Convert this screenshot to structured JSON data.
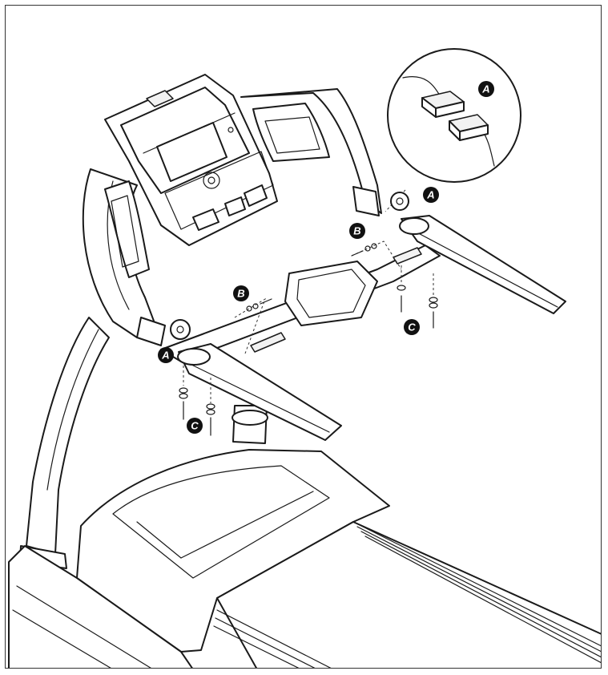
{
  "callouts": {
    "inset": "A",
    "right_wire": "A",
    "left_wire": "A",
    "right_bolts": "B",
    "left_bolts": "B",
    "right_screws": "C",
    "left_screws": "C"
  },
  "colors": {
    "line": "#1a1a1a",
    "badge": "#111111",
    "background": "#ffffff"
  }
}
